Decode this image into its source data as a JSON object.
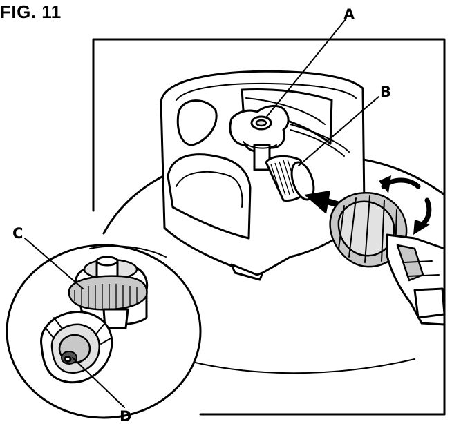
{
  "figure": {
    "title": "FIG. 11",
    "callouts": {
      "a": "A",
      "b": "B",
      "c": "C",
      "d": "D"
    }
  }
}
